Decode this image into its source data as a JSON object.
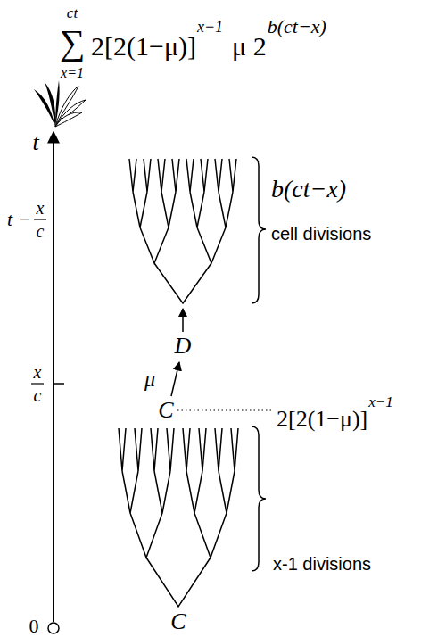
{
  "diagram": {
    "labels": [
      "ct",
      "∑",
      "x=1",
      "2[2(1−μ)]",
      "x−1",
      "μ 2",
      "b(ct−x)",
      "t",
      "b(ct−x)",
      "cell divisions",
      "t −",
      "x",
      "c",
      "D",
      "x",
      "c",
      "μ",
      "C",
      "2[2(1−μ)]",
      "x−1",
      "x-1 divisions",
      "0",
      "C"
    ]
  }
}
